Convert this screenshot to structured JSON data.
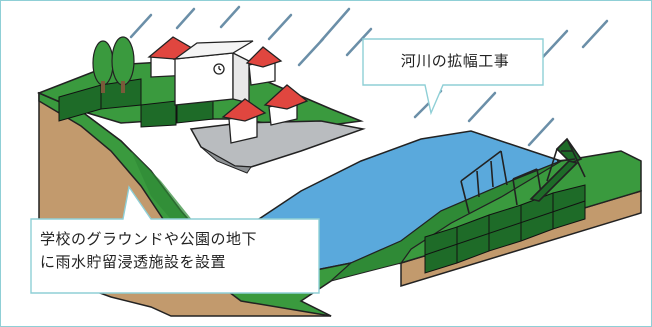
{
  "callouts": {
    "river_widening": "河川の拡幅工事",
    "storage_line1": "学校のグラウンドや公園の地下",
    "storage_line2": "に雨水貯留浸透施設を設置"
  },
  "colors": {
    "grass": "#3a9a3e",
    "grass_dark": "#1e6b28",
    "soil": "#c29a6d",
    "soil_dark": "#9a764e",
    "water": "#5aa9dc",
    "roof": "#e0463f",
    "rain": "#6b8fa8",
    "callout_border": "#8fcfd6"
  }
}
